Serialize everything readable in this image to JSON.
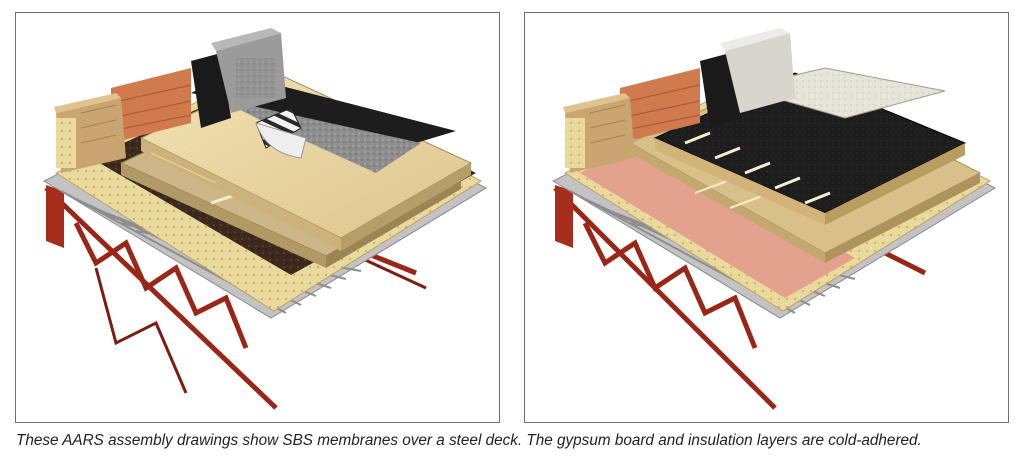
{
  "figure": {
    "panels": [
      {
        "name": "left-assembly-drawing"
      },
      {
        "name": "right-assembly-drawing"
      }
    ],
    "caption": "These AARS assembly drawings show SBS membranes over a steel deck. The gypsum board and insulation layers are cold-adhered."
  },
  "colors": {
    "steel_joist": "#9a2617",
    "steel_deck": "#b9b9b9",
    "gypsum_board": "#e9d7a6",
    "insulation_board": "#d9c089",
    "cap_sheet_granules": "#8f8f8f",
    "black_membrane": "#1d1d1d",
    "wood_blocking": "#c9a571",
    "brick_parapet": "#d07a4e",
    "concrete_block": "#9b9b9b",
    "vapor_barrier_pink": "#e3a28e",
    "white_cap_sheet": "#e6e3d8"
  }
}
